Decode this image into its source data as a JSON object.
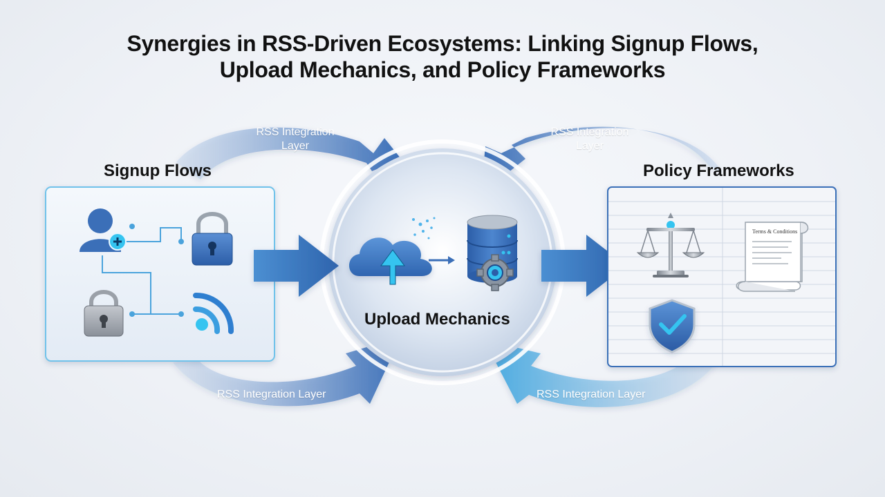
{
  "title_lines": [
    "Synergies in RSS-Driven Ecosystems: Linking Signup Flows,",
    "Upload Mechanics, and Policy Frameworks"
  ],
  "signup_title": "Signup Flows",
  "policy_title": "Policy Frameworks",
  "center_title": "Upload Mechanics",
  "rss_top_left": [
    "RSS Integration",
    "Layer"
  ],
  "rss_top_right": [
    "RSS Integration",
    "Layer"
  ],
  "rss_bottom_left": "RSS Integration Layer",
  "rss_bottom_right": "RSS Integration Layer",
  "document_text": "Terms & Conditions",
  "colors": {
    "accent_blue": "#3b6fb8",
    "light_blue": "#5aa9e6",
    "cyan": "#35c4f0",
    "panel_border_left": "#6fc2ea",
    "panel_border_right": "#3b6fb8"
  },
  "icons": [
    "user-add-icon",
    "padlock-icon",
    "padlock-icon",
    "rss-icon",
    "cloud-upload-icon",
    "database-gear-icon",
    "scales-icon",
    "document-scroll-icon",
    "shield-check-icon"
  ]
}
